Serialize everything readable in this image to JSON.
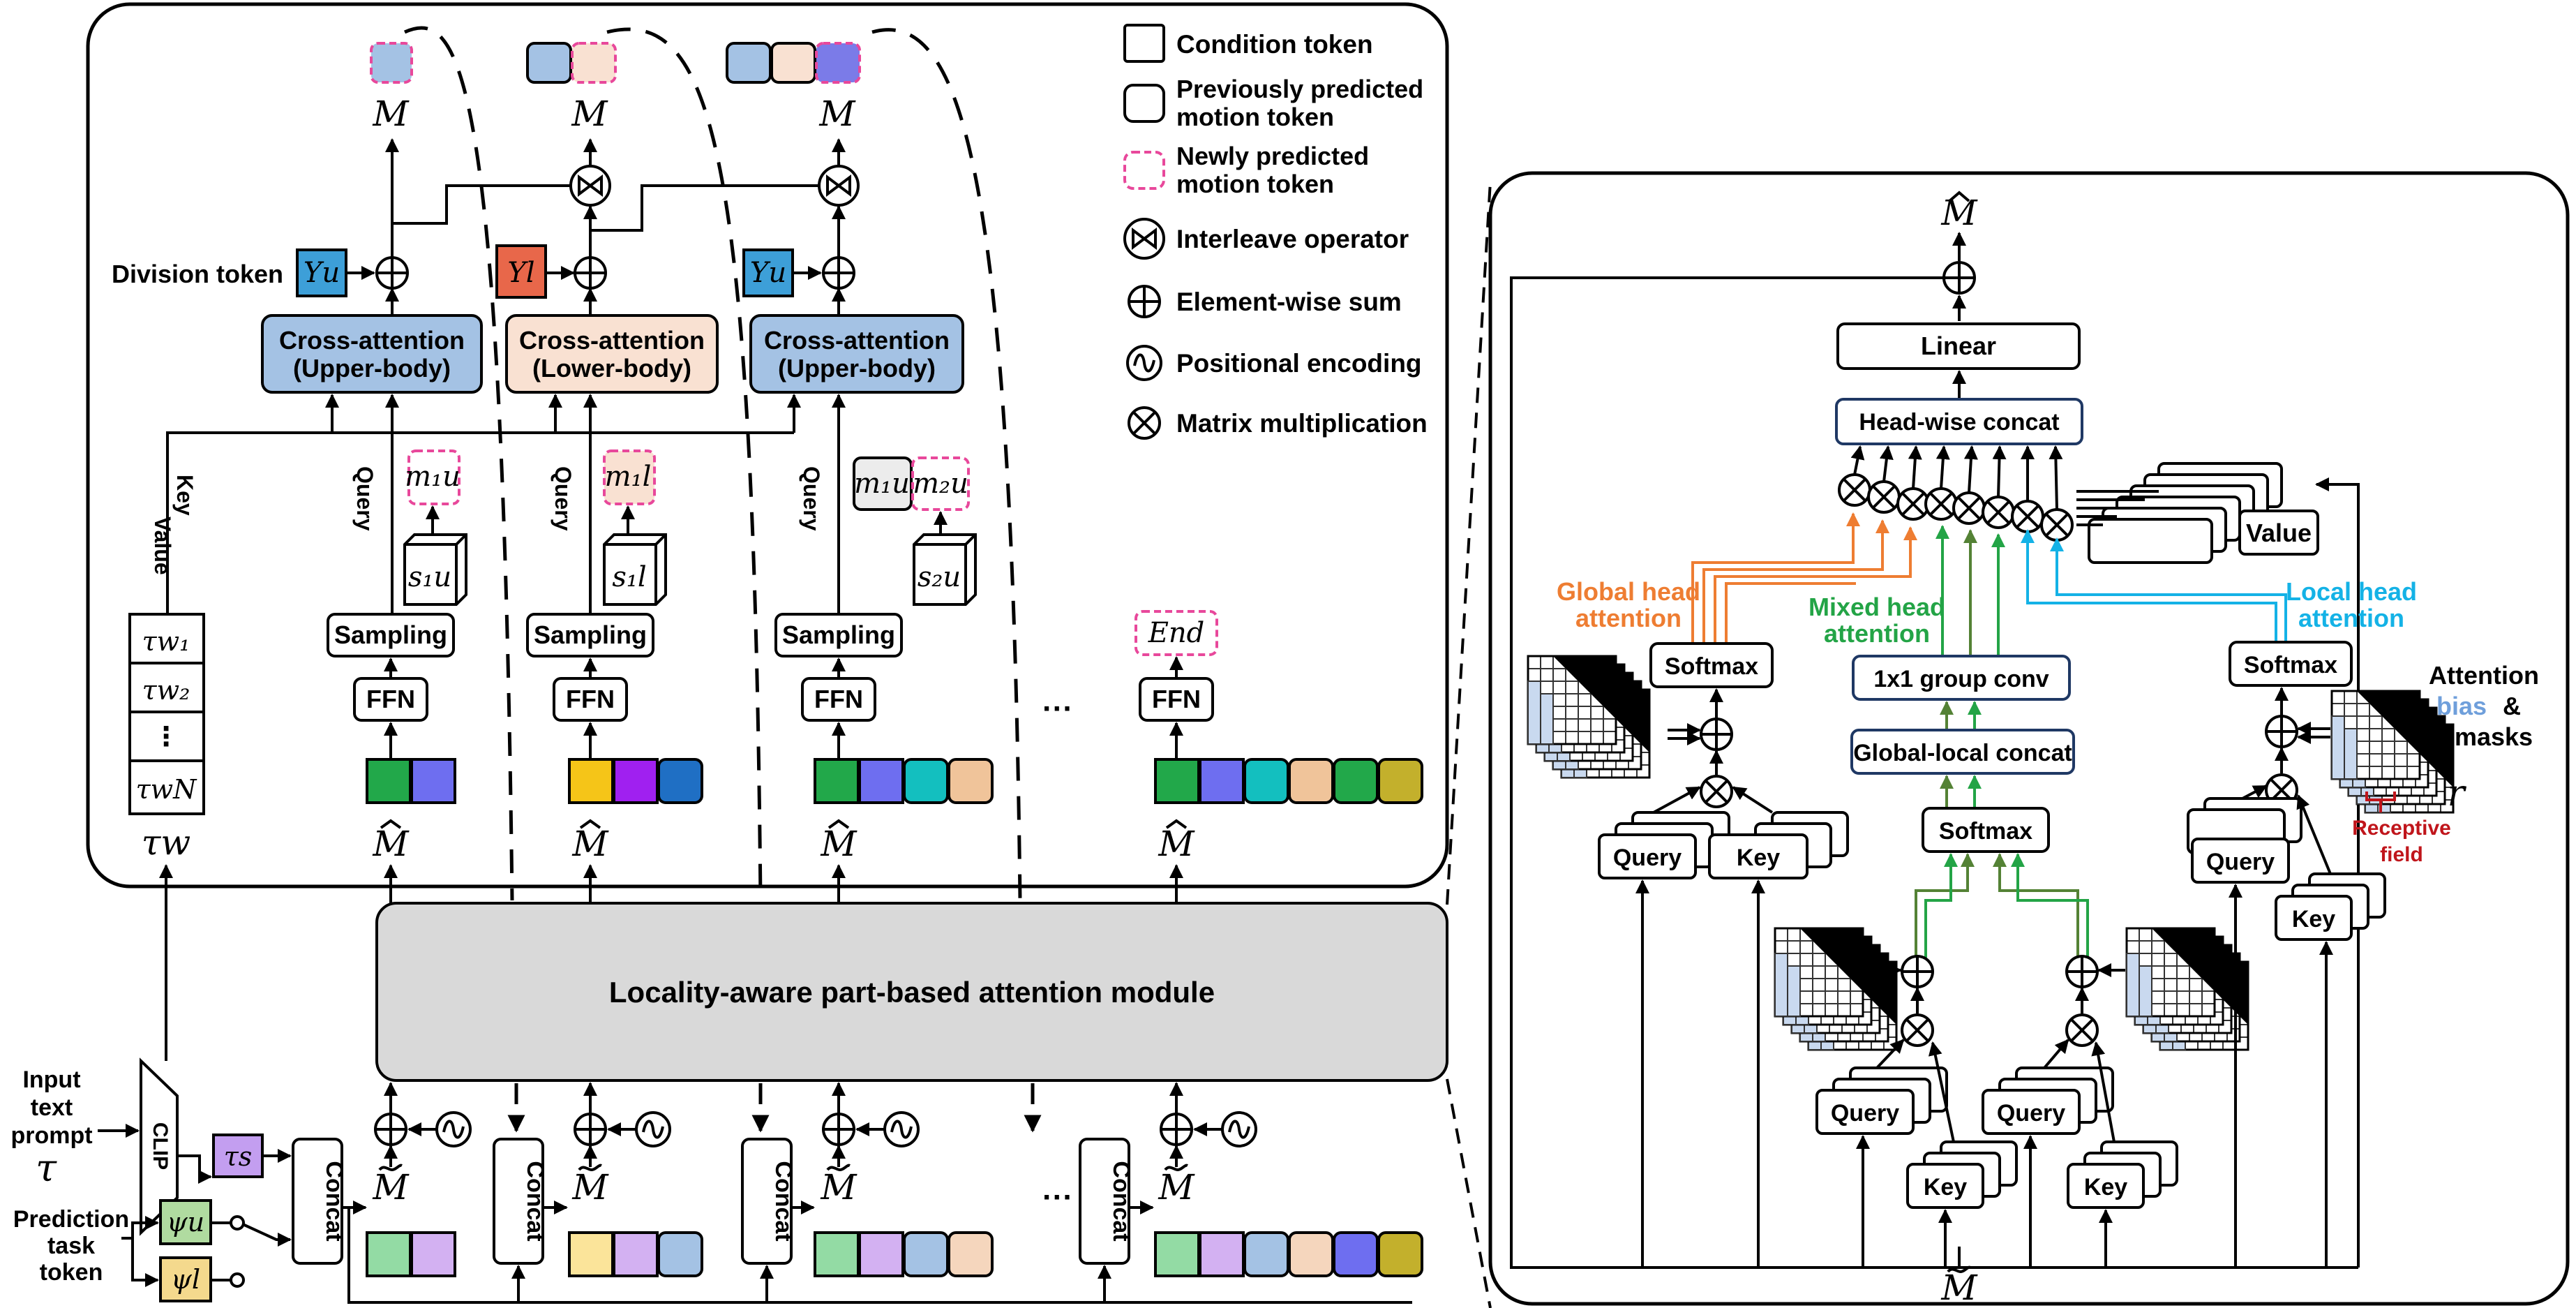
{
  "colors": {
    "upper_blue": "#a4c2e4",
    "lower_peach": "#f9e1d2",
    "upsilon_blue": "#3d9fd8",
    "upsilon_red": "#e8674a",
    "tau_purple": "#c39ef0",
    "psi_green": "#b0dba0",
    "psi_yellow": "#f4d98d",
    "module_gray": "#d9d9d9",
    "new_token_pink": "#e8489b",
    "global_orange": "#ee7d32",
    "mixed_green": "#23a446",
    "local_cyan": "#14b2e6",
    "receptive_red": "#c0151b",
    "bias_blue": "#6f9fdb"
  },
  "legend": {
    "condition": "Condition token",
    "prev_motion": "Previously predicted motion token",
    "prev_motion_1": "Previously predicted",
    "prev_motion_2": "motion token",
    "new_motion_1": "Newly predicted",
    "new_motion_2": "motion token",
    "interleave": "Interleave operator",
    "elementwise": "Element-wise sum",
    "positional": "Positional encoding",
    "matmul": "Matrix multiplication"
  },
  "left": {
    "division_token": "Division token",
    "ca_upper_1": "Cross-attention",
    "ca_upper_2": "(Upper-body)",
    "ca_lower_1": "Cross-attention",
    "ca_lower_2": "(Lower-body)",
    "query": "Query",
    "key": "Key",
    "value": "Value",
    "sampling": "Sampling",
    "ffn": "FFN",
    "ellipsis": "···",
    "end": "End",
    "module": "Locality-aware part-based attention module",
    "concat": "Concat",
    "clip": "CLIP",
    "input_1": "Input",
    "input_2": "text",
    "input_3": "prompt",
    "pred_1": "Prediction",
    "pred_2": "task",
    "pred_3": "token",
    "M": "M",
    "tau": "τ",
    "tw": "τw",
    "tw1": "τw₁",
    "tw2": "τw₂",
    "twN": "τwN",
    "ts": "τs",
    "psi_u": "ψu",
    "psi_l": "ψl",
    "ups_u": "Υu",
    "ups_l": "Υl",
    "m1u": "m₁u",
    "m1l": "m₁l",
    "m2u": "m₂u",
    "s1u": "s₁u",
    "s1l": "s₁l",
    "s2u": "s₂u",
    "vdots": "⋮"
  },
  "right": {
    "linear": "Linear",
    "headwise": "Head-wise concat",
    "value": "Value",
    "global_1": "Global head",
    "global_2": "attention",
    "mixed_1": "Mixed head",
    "mixed_2": "attention",
    "local_1": "Local head",
    "local_2": "attention",
    "softmax": "Softmax",
    "group_conv": "1x1 group conv",
    "gl_concat": "Global-local concat",
    "attention": "Attention",
    "bias": "bias",
    "amp": "&",
    "masks": "masks",
    "receptive_1": "Receptive",
    "receptive_2": "field",
    "r": "r",
    "query": "Query",
    "key": "Key"
  }
}
